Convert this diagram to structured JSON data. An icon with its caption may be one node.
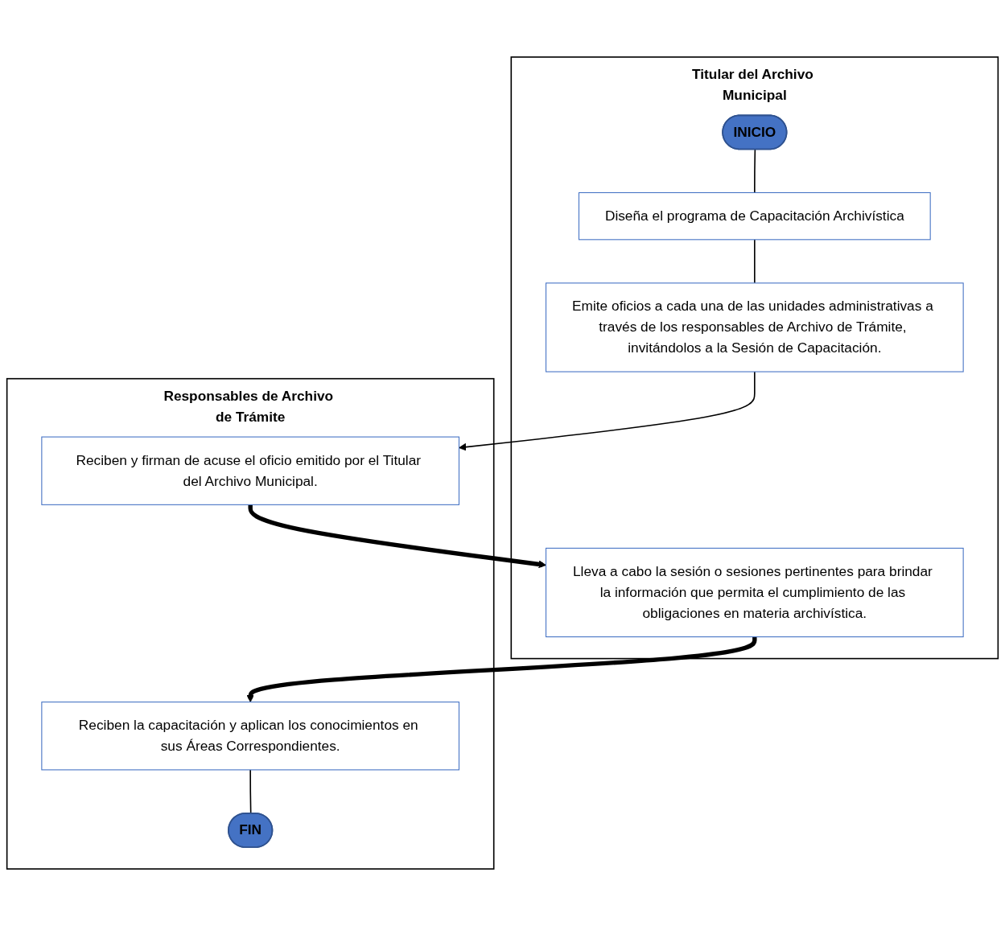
{
  "diagram": {
    "nodes": [
      {
        "text": [
          "Titular del Archivo Municipal"
        ]
      },
      {
        "text": [
          "Responsables de Archivo de Trámite"
        ]
      },
      {
        "text": [
          "INICIO"
        ],
        "in": 0
      },
      {
        "text": [
          "Diseña el programa de Capacitación Archivística"
        ],
        "in": 0
      },
      {
        "text": [
          "Emite oficios a cada una de las unidades administrativas a través de los responsables de Archivo de Trámite, invitándolos a la Sesión de Capacitación."
        ],
        "in": 0
      },
      {
        "text": [
          "Reciben y firman de acuse el oficio emitido por el Titular del Archivo Municipal."
        ],
        "in": 1
      },
      {
        "text": [
          "Lleva a cabo la sesión o sesiones pertinentes para brindar la información que permita el cumplimiento de las obligaciones en materia archivística."
        ],
        "in": 0
      },
      {
        "text": [
          "Reciben la capacitación y aplican los conocimientos en sus Áreas Correspondientes."
        ],
        "in": 1
      },
      {
        "text": [
          "FIN"
        ],
        "in": 1
      }
    ],
    "edges": [
      {
        "from": 2,
        "to": 3,
        "arrow": "none"
      },
      {
        "from": 3,
        "to": 4,
        "arrow": "none"
      },
      {
        "from": 4,
        "to": 5,
        "arrow": "to"
      },
      {
        "from": 5,
        "to": 6,
        "arrow": "to",
        "style": "thick"
      },
      {
        "from": 6,
        "to": 7,
        "arrow": "to",
        "style": "thick"
      },
      {
        "from": 7,
        "to": 8,
        "arrow": "none"
      }
    ]
  }
}
